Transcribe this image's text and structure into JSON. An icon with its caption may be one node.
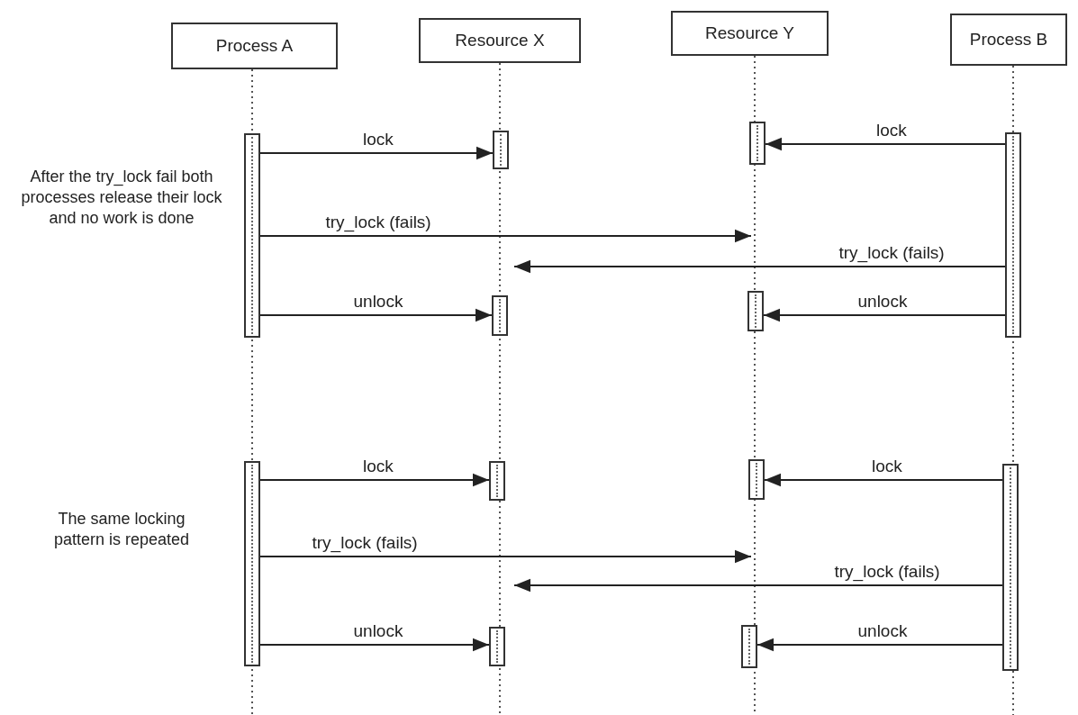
{
  "diagram": {
    "nodes": [
      {
        "text": [
          "Process A"
        ]
      },
      {
        "text": [
          "Resource X"
        ]
      },
      {
        "text": [
          "Resource Y"
        ]
      },
      {
        "text": [
          "Process B"
        ]
      },
      {
        "text": [],
        "shape": "bar"
      },
      {
        "text": [],
        "shape": "bar"
      },
      {
        "text": [],
        "shape": "bar"
      },
      {
        "text": [],
        "shape": "bar"
      },
      {
        "text": [],
        "shape": "bar"
      },
      {
        "text": [],
        "shape": "bar"
      },
      {
        "text": [],
        "shape": "bar"
      },
      {
        "text": [],
        "shape": "bar"
      },
      {
        "text": [],
        "shape": "bar"
      },
      {
        "text": [],
        "shape": "bar"
      },
      {
        "text": [],
        "shape": "bar"
      },
      {
        "text": [],
        "shape": "bar"
      }
    ],
    "edges": [
      {
        "from": 4,
        "to": 5,
        "arrow": "to",
        "label": "lock"
      },
      {
        "from": 7,
        "to": 6,
        "arrow": "to",
        "label": "lock"
      },
      {
        "from": 4,
        "to": null,
        "arrow": "to",
        "label": "try_lock (fails)"
      },
      {
        "from": 7,
        "to": null,
        "arrow": "to",
        "label": "try_lock (fails)"
      },
      {
        "from": 4,
        "to": 8,
        "arrow": "to",
        "label": "unlock"
      },
      {
        "from": 7,
        "to": 9,
        "arrow": "to",
        "label": "unlock"
      },
      {
        "from": 10,
        "to": 11,
        "arrow": "to",
        "label": "lock"
      },
      {
        "from": 13,
        "to": 12,
        "arrow": "to",
        "label": "lock"
      },
      {
        "from": 10,
        "to": null,
        "arrow": "to",
        "label": "try_lock (fails)"
      },
      {
        "from": 13,
        "to": null,
        "arrow": "to",
        "label": "try_lock (fails)"
      },
      {
        "from": 10,
        "to": 14,
        "arrow": "to",
        "label": "unlock"
      },
      {
        "from": 13,
        "to": 15,
        "arrow": "to",
        "label": "unlock"
      }
    ],
    "labels": [
      "After the try_lock fail both processes release their lock and no work is done",
      "The same locking pattern is repeated"
    ]
  }
}
